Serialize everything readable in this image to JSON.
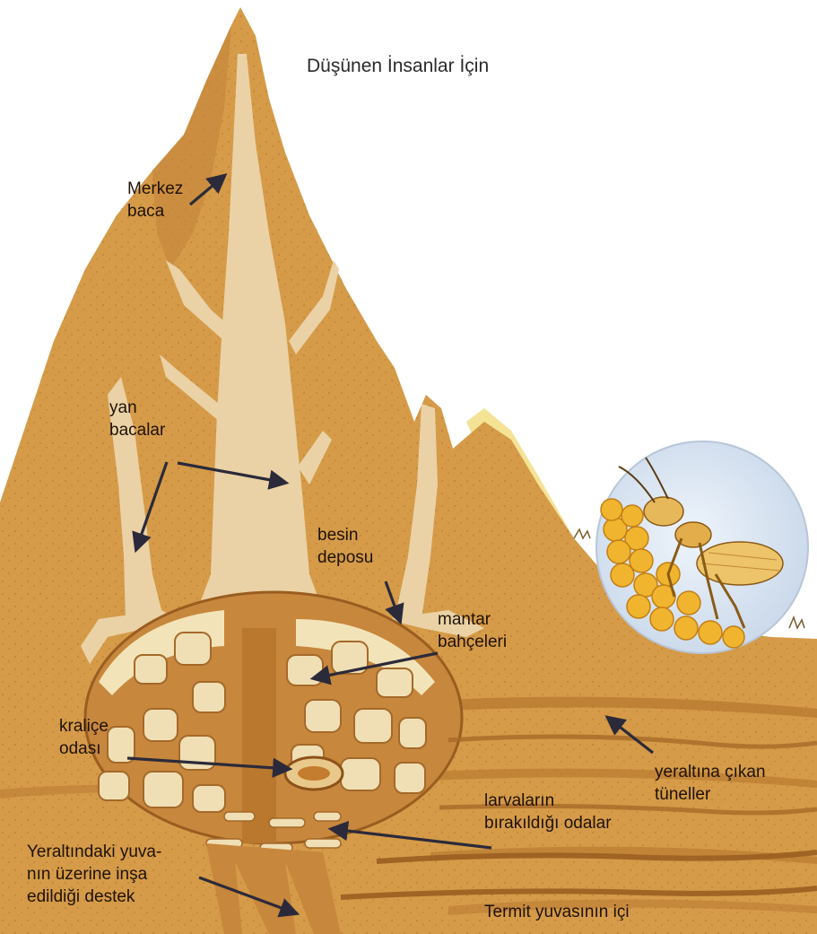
{
  "title": "Düşünen İnsanlar İçin",
  "labels": {
    "merkez": [
      "Merkez",
      "baca"
    ],
    "yan": [
      "yan",
      "bacalar"
    ],
    "besin": [
      "besin",
      "deposu"
    ],
    "mantar": [
      "mantar",
      "bahçeleri"
    ],
    "kralice": [
      "kraliçe",
      "odası"
    ],
    "yeraltina": [
      "yeraltına çıkan",
      "tüneller"
    ],
    "larva": [
      "larvaların",
      "bırakıldığı odalar"
    ],
    "destek": [
      "Yeraltındaki yuva-",
      "nın üzerine inşa",
      "edildiği destek"
    ],
    "termit": [
      "Termit yuvasının içi"
    ]
  },
  "colors": {
    "sky": "#ffffff",
    "mound": "#d7a04f",
    "mound_dark": "#b9782b",
    "mound_light": "#efd28a",
    "highlight": "#f6e48a",
    "chimney": "#ead2a6",
    "chamber": "#f1e3c0",
    "arrow": "#2b2a3a",
    "ground": "#cc9447"
  }
}
